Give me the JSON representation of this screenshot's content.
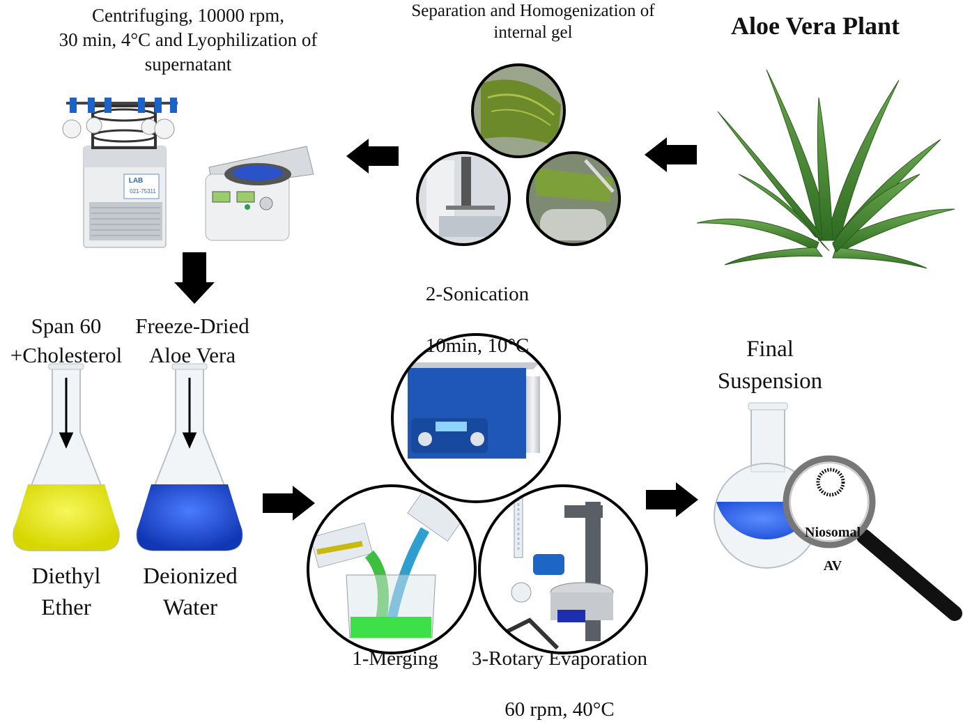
{
  "plant": {
    "title": "Aloe Vera Plant"
  },
  "steps": {
    "separation": "Separation and Homogenization of\ninternal gel",
    "centrifuge": "Centrifuging, 10000 rpm,\n30 min, 4°C and Lyophilization of\nsupernatant",
    "span": "Span 60\n+Cholesterol",
    "freeze_dried": "Freeze-Dried\nAloe Vera",
    "diethyl": "Diethyl\nEther",
    "deionized": "Deionized\nWater",
    "sonication_title": "2-Sonication",
    "sonication_params": "10min, 10",
    "merging": "1-Merging",
    "rotary_title": "3-Rotary Evaporation",
    "rotary_params": "60 rpm, 40",
    "final": "Final\nSuspension"
  },
  "degree_mark": "°C",
  "centrifuge_display": "021-75311",
  "lab_logo": "LAB",
  "magnifier": {
    "line1": "Niosomal",
    "line2": "AV"
  },
  "colors": {
    "ether_liquid": "#e4e60a",
    "water_liquid": "#1f4fd8",
    "arrow": "#000000",
    "aloe_green": "#3d7a2a"
  }
}
